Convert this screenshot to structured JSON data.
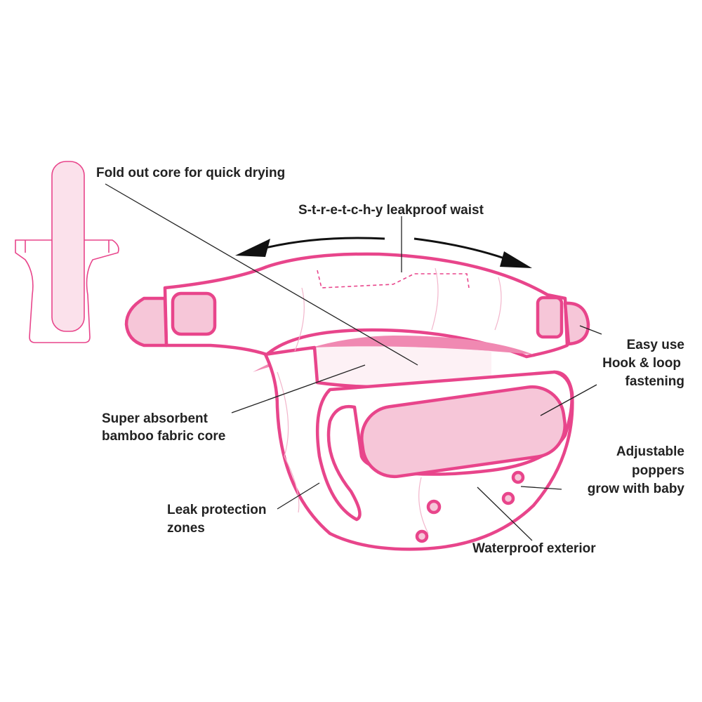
{
  "labels": {
    "fold_out_core": "Fold out core for quick drying",
    "stretchy_waist": "S-t-r-e-t-c-h-y leakproof waist",
    "easy_use": [
      "Easy use",
      "Hook & loop",
      "fastening"
    ],
    "adjustable": [
      "Adjustable",
      "poppers",
      "grow with baby"
    ],
    "absorbent": [
      "Super absorbent",
      "bamboo fabric core"
    ],
    "leak": [
      "Leak protection",
      "zones"
    ],
    "waterproof": "Waterproof exterior"
  },
  "colors": {
    "outline": "#e8458b",
    "light_fill": "#fbe1eb",
    "mid_fill": "#f6c6d8"
  }
}
